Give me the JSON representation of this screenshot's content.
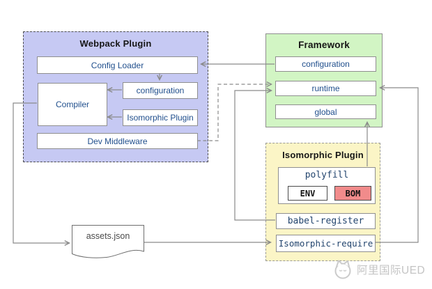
{
  "webpack": {
    "title": "Webpack Plugin",
    "nodes": {
      "config_loader": "Config Loader",
      "compiler": "Compiler",
      "configuration": "configuration",
      "isomorphic_plugin": "Isomorphic Plugin",
      "dev_middleware": "Dev Middleware"
    }
  },
  "framework": {
    "title": "Framework",
    "nodes": {
      "configuration": "configuration",
      "runtime": "runtime",
      "global": "global"
    }
  },
  "isomorphic": {
    "title": "Isomorphic Plugin",
    "nodes": {
      "polyfill": "polyfill",
      "env": "ENV",
      "bom": "BOM",
      "babel_register": "babel-register",
      "isomorphic_require": "Isomorphic-require"
    }
  },
  "artifact": {
    "label": "assets.json"
  },
  "watermark": {
    "text": "阿里国际UED"
  },
  "colors": {
    "webpack_fill": "#c6c9f3",
    "framework_fill": "#d2f5c4",
    "isomorphic_fill": "#fbf5c6",
    "bom_fill": "#f18b8b",
    "node_text": "#1f4e8c",
    "mono_text": "#23456e",
    "title_text": "#161616",
    "line": "#8a8a8a",
    "box_border": "#8f8f8f"
  },
  "edges": [
    {
      "from": "framework.configuration",
      "to": "webpack.config_loader",
      "style": "solid"
    },
    {
      "from": "webpack.config_loader",
      "to": "webpack.configuration",
      "style": "solid"
    },
    {
      "from": "webpack.configuration",
      "to": "webpack.compiler",
      "style": "solid"
    },
    {
      "from": "webpack.isomorphic_plugin",
      "to": "webpack.compiler",
      "style": "solid"
    },
    {
      "from": "webpack.dev_middleware",
      "to": "framework.runtime",
      "style": "dashed"
    },
    {
      "from": "isomorphic.babel_register",
      "to": "framework.runtime",
      "style": "solid"
    },
    {
      "from": "isomorphic.isomorphic_require",
      "to": "framework.runtime",
      "style": "solid"
    },
    {
      "from": "isomorphic.polyfill",
      "to": "framework.global",
      "style": "solid"
    },
    {
      "from": "webpack.compiler",
      "to": "artifact.assets_json",
      "style": "solid"
    },
    {
      "from": "artifact.assets_json",
      "to": "isomorphic.isomorphic_require",
      "style": "solid"
    }
  ]
}
